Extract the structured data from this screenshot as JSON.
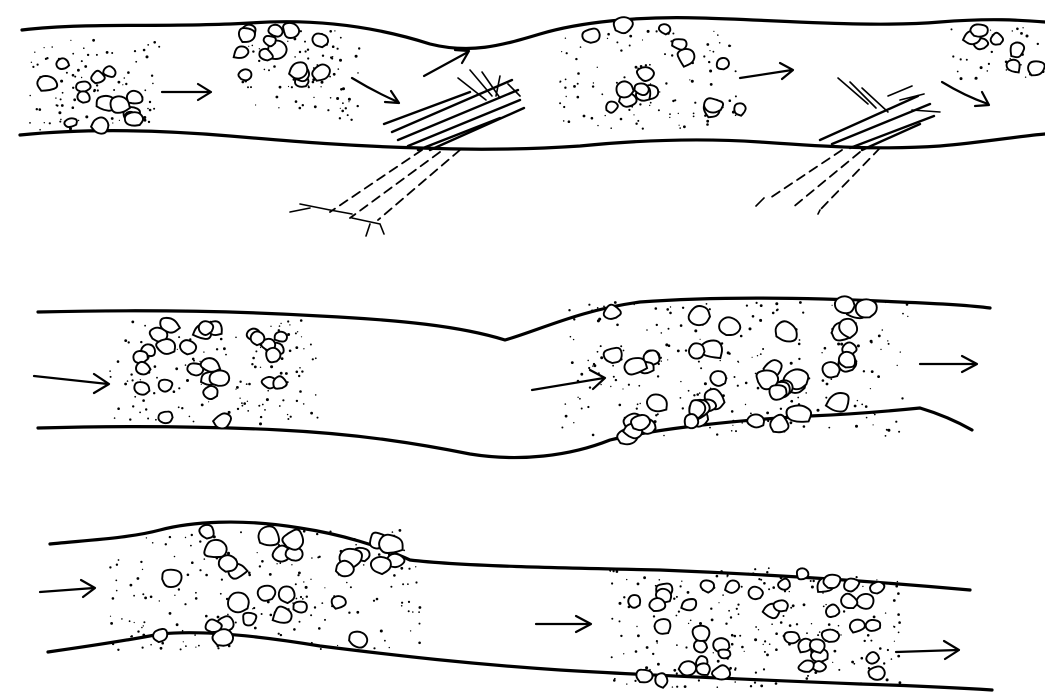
{
  "figure": {
    "style": "black-and-white line drawing",
    "background": "#ffffff",
    "ink": "#000000",
    "panels": [
      {
        "id": "channel-with-woody-debris",
        "flow_direction": "left-to-right",
        "features": [
          "gravel-patch",
          "gravel-patch",
          "log-jam",
          "gravel-patch",
          "log-jam",
          "gravel-patch"
        ]
      },
      {
        "id": "channel-with-transverse-gravel-bars",
        "flow_direction": "left-to-right",
        "features": [
          "riffle",
          "pool",
          "riffle"
        ]
      },
      {
        "id": "channel-with-bank-bar-and-riffle",
        "flow_direction": "left-to-right",
        "features": [
          "bank-bar",
          "pool",
          "riffle"
        ]
      }
    ],
    "icons": [
      "flow-arrow-icon",
      "log-jam-icon"
    ]
  }
}
